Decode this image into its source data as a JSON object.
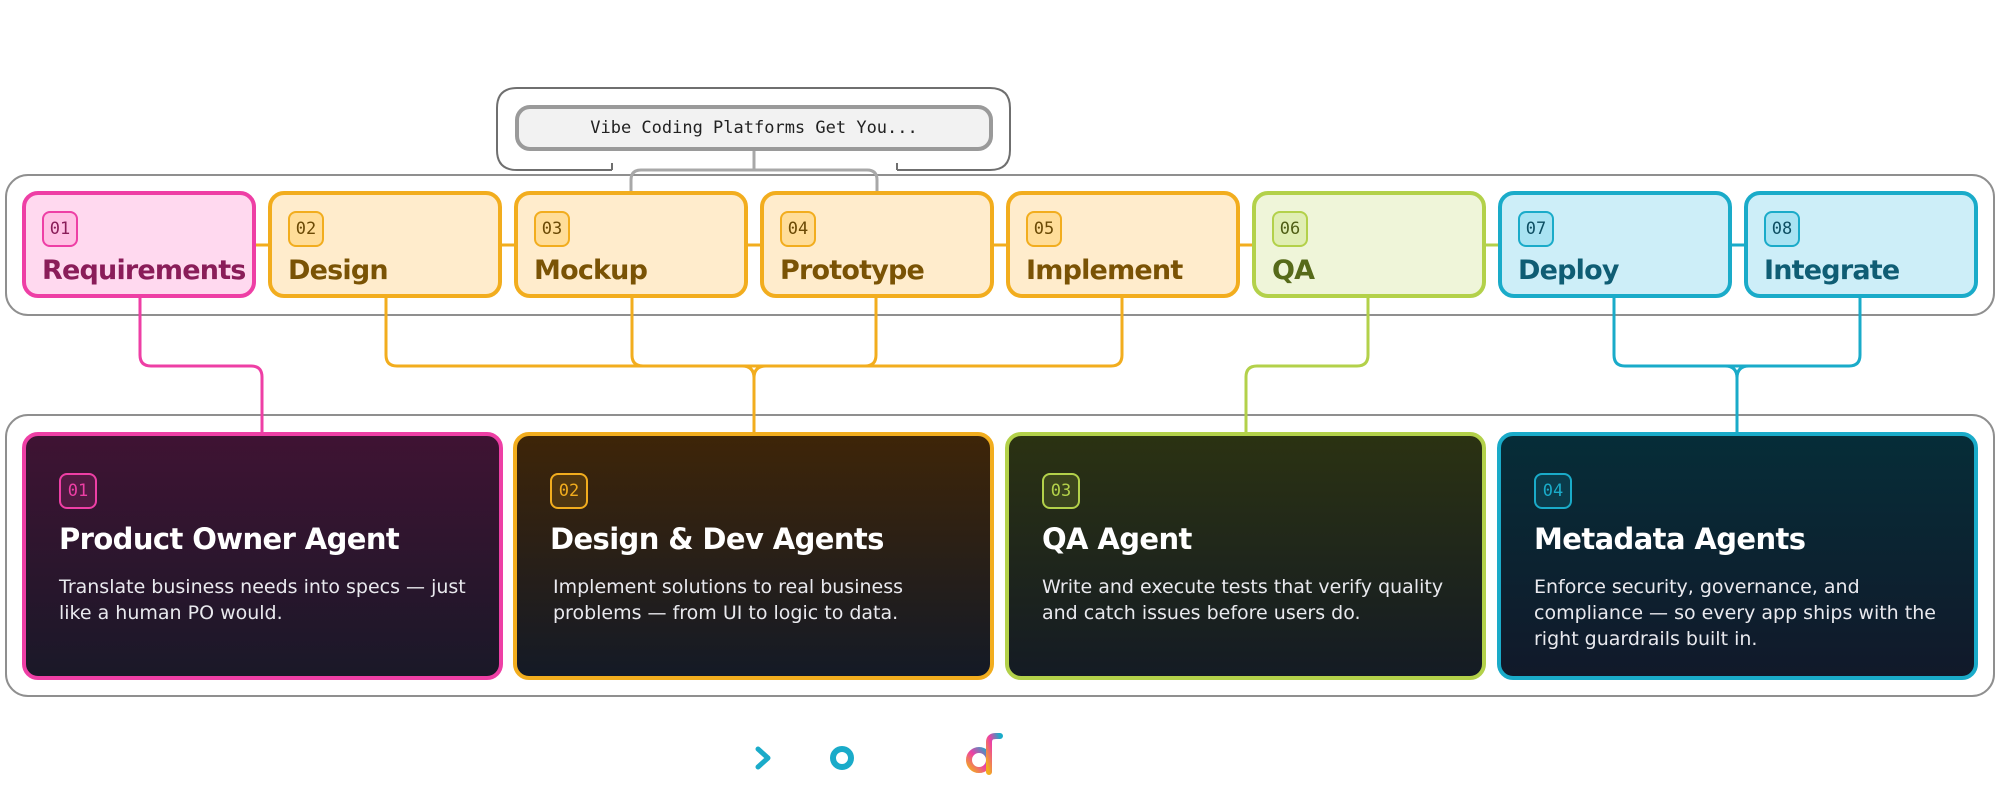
{
  "callout": {
    "label": "Vibe Coding Platforms Get You..."
  },
  "steps": [
    {
      "num": "01",
      "label": "Requirements"
    },
    {
      "num": "02",
      "label": "Design"
    },
    {
      "num": "03",
      "label": "Mockup"
    },
    {
      "num": "04",
      "label": "Prototype"
    },
    {
      "num": "05",
      "label": "Implement"
    },
    {
      "num": "06",
      "label": "QA"
    },
    {
      "num": "07",
      "label": "Deploy"
    },
    {
      "num": "08",
      "label": "Integrate"
    }
  ],
  "agents": [
    {
      "num": "01",
      "title": "Product Owner Agent",
      "desc": "Translate business needs into specs — just like a human PO would."
    },
    {
      "num": "02",
      "title": "Design & Dev Agents",
      "desc": "Implement solutions to real business problems — from UI to logic to data."
    },
    {
      "num": "03",
      "title": "QA Agent",
      "desc": "Write and execute tests that verify quality and catch issues before users do."
    },
    {
      "num": "04",
      "title": "Metadata Agents",
      "desc": "Enforce security, governance, and compliance — so every app ships with the right guardrails built in."
    }
  ],
  "colors": {
    "pink": "#ee3fa5",
    "amber": "#f2ad1e",
    "lime": "#b3d14a",
    "cyan": "#1aabc9",
    "gray": "#9a9a9a"
  },
  "icons": [
    "chevron-right-icon",
    "ring-icon",
    "gradient-logo-icon"
  ]
}
